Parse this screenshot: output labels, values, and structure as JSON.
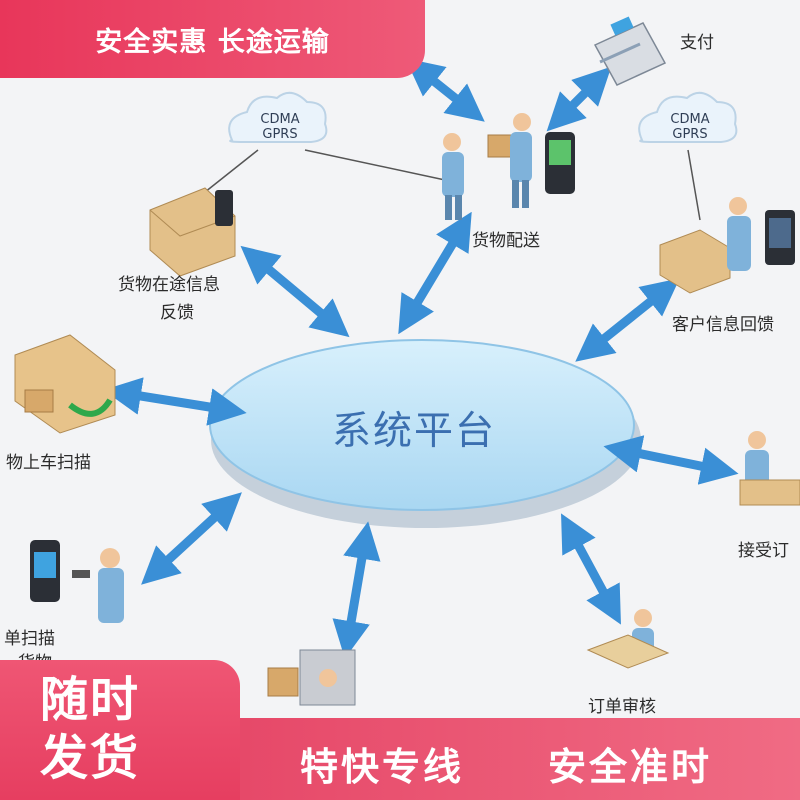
{
  "banner": {
    "text": "安全实惠 长途运输"
  },
  "platform": {
    "label": "系统平台"
  },
  "nodes": {
    "payment": "支付",
    "delivery": "货物配送",
    "transit_feedback_1": "货物在途信息",
    "transit_feedback_2": "反馈",
    "customer_feedback": "客户信息回馈",
    "loading_scan": "物上车扫描",
    "order_receive": "接受订",
    "order_review": "订单审核",
    "scan_1": "单扫描",
    "scan_2": "货物"
  },
  "clouds": {
    "left": {
      "line1": "CDMA",
      "line2": "GPRS"
    },
    "right": {
      "line1": "CDMA",
      "line2": "GPRS"
    }
  },
  "footer": {
    "big_line1": "随时",
    "big_line2": "发货",
    "slogan_1": "特快专线",
    "slogan_2": "安全准时"
  },
  "colors": {
    "accent": "#e8365a",
    "arrow": "#3a8fd6",
    "platform_fill": "#bfe3f7",
    "platform_text": "#3b6fb0"
  },
  "icons": [
    "payment-terminal-icon",
    "courier-icon",
    "mobile-phone-icon",
    "delivery-truck-icon",
    "scanner-worker-icon",
    "order-desk-icon",
    "forklift-icon",
    "cloud-icon"
  ]
}
